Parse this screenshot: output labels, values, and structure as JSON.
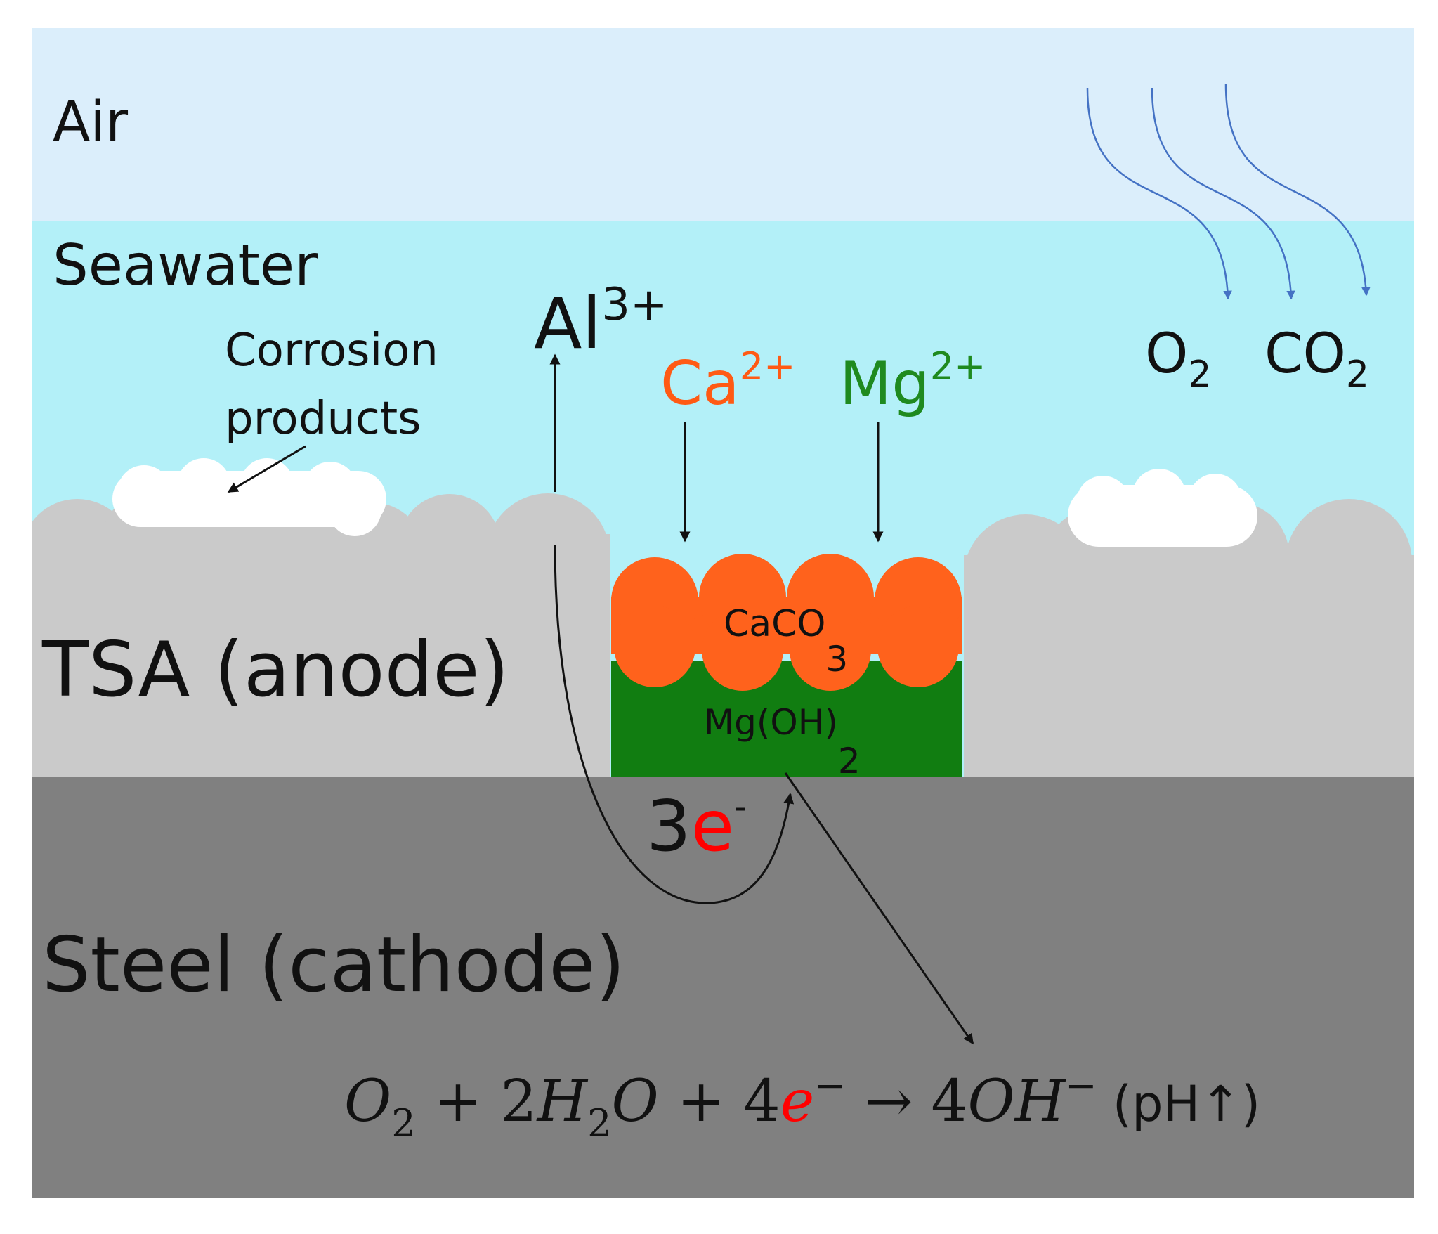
{
  "regions": {
    "air": "Air",
    "seawater": "Seawater",
    "tsa": "TSA (anode)",
    "steel": "Steel (cathode)"
  },
  "labels": {
    "corrosion_products_line1": "Corrosion",
    "corrosion_products_line2": "products",
    "al_ion": {
      "base": "Al",
      "sup": "3+"
    },
    "ca_ion": {
      "base": "Ca",
      "sup": "2+"
    },
    "mg_ion": {
      "base": "Mg",
      "sup": "2+"
    },
    "o2": {
      "base": "O",
      "sub": "2"
    },
    "co2": {
      "base": "CO",
      "sub": "2"
    },
    "caco3": {
      "base": "CaCO",
      "sub": "3"
    },
    "mgoh2": {
      "base": "Mg(OH)",
      "sub": "2"
    },
    "electrons": {
      "coef": "3",
      "sym": "e",
      "sup": "-"
    }
  },
  "equation": {
    "o": "O",
    "o_sub": "2",
    "plus1": " + 2",
    "h": "H",
    "h_sub": "2",
    "o2": "O",
    "plus2": " + 4",
    "e": "e",
    "e_sup": "−",
    "arrow": " → 4",
    "oh": "OH",
    "oh_sup": "−",
    "ph": " (pH↑)"
  },
  "colors": {
    "air": "#dbeefb",
    "seawater": "#b3f0f8",
    "tsa": "#cacaca",
    "steel": "#808080",
    "caco3": "#ff621c",
    "mgoh2": "#117d11",
    "corrosion_products": "#ffffff",
    "gas_arrows": "#4472c4",
    "ca_text": "#ff5a14",
    "mg_text": "#1f8a1f",
    "electron": "#ff0000",
    "arrow": "#111111"
  }
}
